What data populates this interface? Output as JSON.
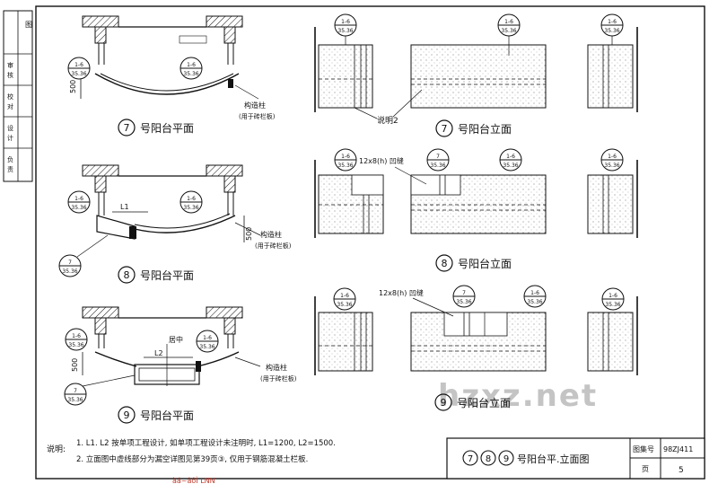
{
  "side_strip": {
    "top": "图",
    "rows": [
      [
        "审",
        "核"
      ],
      [
        "校",
        "对"
      ],
      [
        "设",
        "计"
      ],
      [
        "负",
        "责"
      ]
    ]
  },
  "callouts": {
    "section_num": "1-6",
    "section_page": "35.36",
    "detail_num": "7",
    "detail_page": "35.36"
  },
  "labels": {
    "col_note_line1": "构造柱",
    "col_note_line2": "(用于砖栏板)",
    "dim_500": "500",
    "l1": "L1",
    "l2": "L2",
    "center": "居中",
    "note2": "说明2",
    "groove": "12x8(h) 凹缝"
  },
  "titles": {
    "plan7": {
      "num": "7",
      "text": "号阳台平面"
    },
    "elev7": {
      "num": "7",
      "text": "号阳台立面"
    },
    "plan8": {
      "num": "8",
      "text": "号阳台平面"
    },
    "elev8": {
      "num": "8",
      "text": "号阳台立面"
    },
    "plan9": {
      "num": "9",
      "text": "号阳台平面"
    },
    "elev9": {
      "num": "9",
      "text": "号阳台立面"
    }
  },
  "notes": {
    "prefix": "说明:",
    "line1": "1. L1. L2 按单项工程设计, 如单项工程设计未注明时, L1=1200, L2=1500.",
    "line2": "2. 立面图中虚线部分为漏空详图见第39页③, 仅用于钢筋混凝土栏板."
  },
  "title_block": {
    "circles": [
      "7",
      "8",
      "9"
    ],
    "title": "号阳台平.立面图",
    "atlas_label": "图集号",
    "atlas_value": "98ZJ411",
    "page_label": "页",
    "page_value": "5"
  },
  "watermark": "hzxz.net",
  "footer_garble": "àá~âôÌ LNN"
}
